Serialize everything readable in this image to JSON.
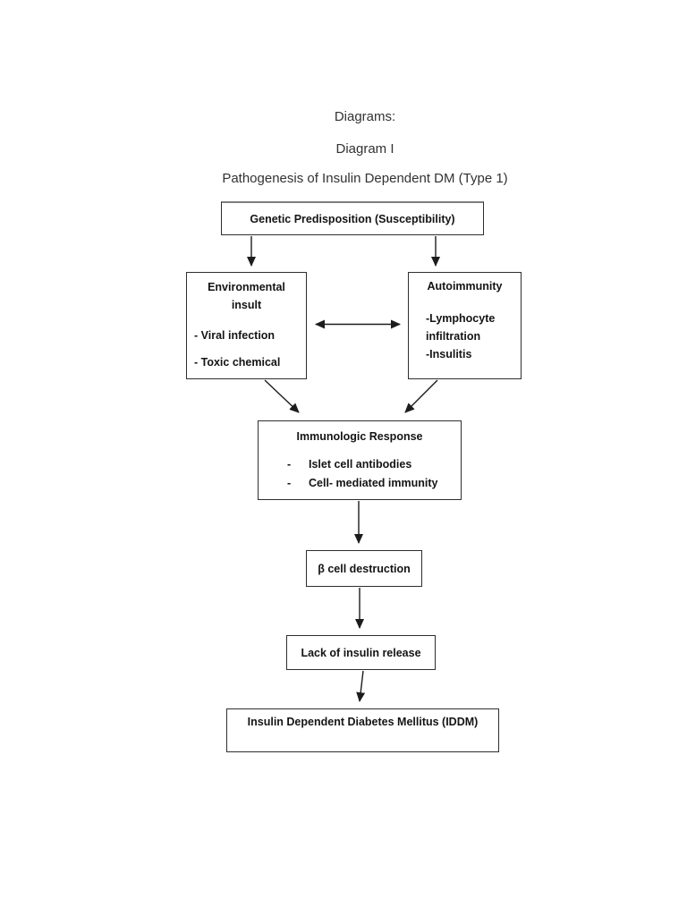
{
  "page": {
    "headings": {
      "diagrams": "Diagrams:",
      "diagram_i": "Diagram I",
      "title": "Pathogenesis of Insulin Dependent DM (Type 1)"
    }
  },
  "flowchart": {
    "genetic_predisposition": {
      "label": "Genetic Predisposition (Susceptibility)"
    },
    "environmental_insult": {
      "title_lines": [
        "Environmental",
        "insult"
      ],
      "items": [
        "- Viral infection",
        "- Toxic chemical"
      ]
    },
    "autoimmunity": {
      "title": "Autoimmunity",
      "lines": [
        "-Lymphocyte",
        "infiltration",
        "-Insulitis"
      ]
    },
    "immunologic_response": {
      "title": "Immunologic Response",
      "bullet": "-",
      "items": [
        "Islet cell antibodies",
        "Cell- mediated immunity"
      ]
    },
    "beta_cell_destruction": {
      "label": "β cell destruction"
    },
    "lack_of_insulin_release": {
      "label": "Lack of insulin release"
    },
    "iddm": {
      "label": "Insulin Dependent Diabetes Mellitus (IDDM)"
    }
  },
  "colors": {
    "background": "#ffffff",
    "box_border": "#2e2e2e",
    "text": "#141414",
    "arrow": "#1c1c1c"
  }
}
